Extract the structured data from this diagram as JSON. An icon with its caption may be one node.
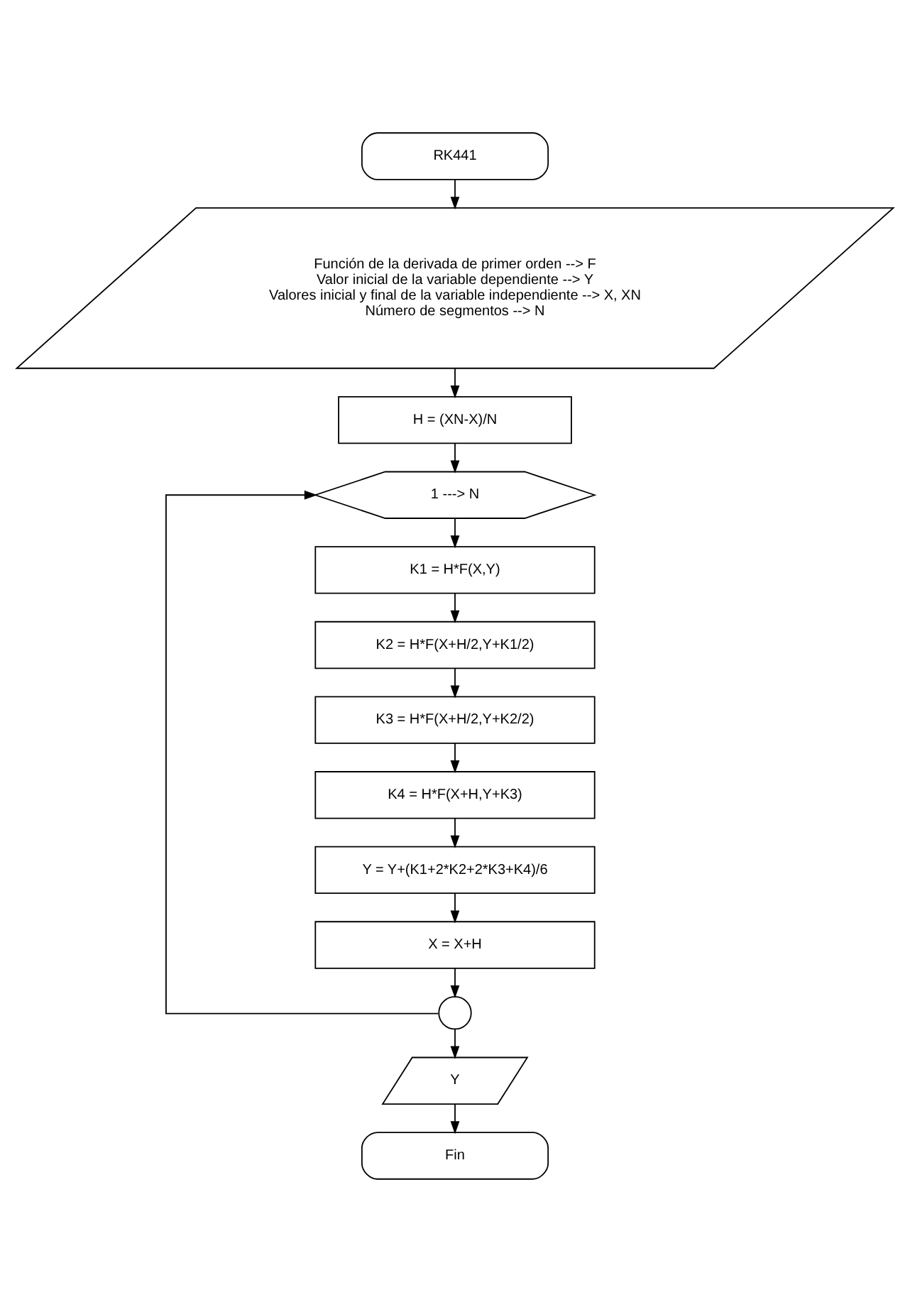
{
  "diagram": {
    "nodes": [
      {
        "text": [
          "RK441"
        ]
      },
      {
        "text": [
          "Función de la derivada de primer orden --> F",
          "Valor inicial de la variable dependiente --> Y",
          "Valores inicial y final de la variable independiente --> X, XN",
          "Número de segmentos --> N"
        ]
      },
      {
        "text": [
          "H = (XN-X)/N"
        ]
      },
      {
        "text": [
          "1 ---> N"
        ]
      },
      {
        "text": [
          "K1 = H*F(X,Y)"
        ]
      },
      {
        "text": [
          "K2 = H*F(X+H/2,Y+K1/2)"
        ]
      },
      {
        "text": [
          "K3 = H*F(X+H/2,Y+K2/2)"
        ]
      },
      {
        "text": [
          "K4 = H*F(X+H,Y+K3)"
        ]
      },
      {
        "text": [
          "Y = Y+(K1+2*K2+2*K3+K4)/6"
        ]
      },
      {
        "text": [
          "X = X+H"
        ]
      },
      {
        "text": [],
        "shape": "circle"
      },
      {
        "text": [
          "Y"
        ]
      },
      {
        "text": [
          "Fin"
        ]
      }
    ],
    "edges": [
      {
        "from": 0,
        "to": 1,
        "arrow": "to"
      },
      {
        "from": 1,
        "to": 2,
        "arrow": "to"
      },
      {
        "from": 2,
        "to": 3,
        "arrow": "to"
      },
      {
        "from": 3,
        "to": 4,
        "arrow": "to"
      },
      {
        "from": 4,
        "to": 5,
        "arrow": "to"
      },
      {
        "from": 5,
        "to": 6,
        "arrow": "to"
      },
      {
        "from": 6,
        "to": 7,
        "arrow": "to"
      },
      {
        "from": 7,
        "to": 8,
        "arrow": "to"
      },
      {
        "from": 8,
        "to": 9,
        "arrow": "to"
      },
      {
        "from": 9,
        "to": 10,
        "arrow": "to"
      },
      {
        "from": 10,
        "to": 3,
        "arrow": "to"
      },
      {
        "from": 10,
        "to": 11,
        "arrow": "to"
      },
      {
        "from": 11,
        "to": 12,
        "arrow": "to"
      }
    ]
  }
}
